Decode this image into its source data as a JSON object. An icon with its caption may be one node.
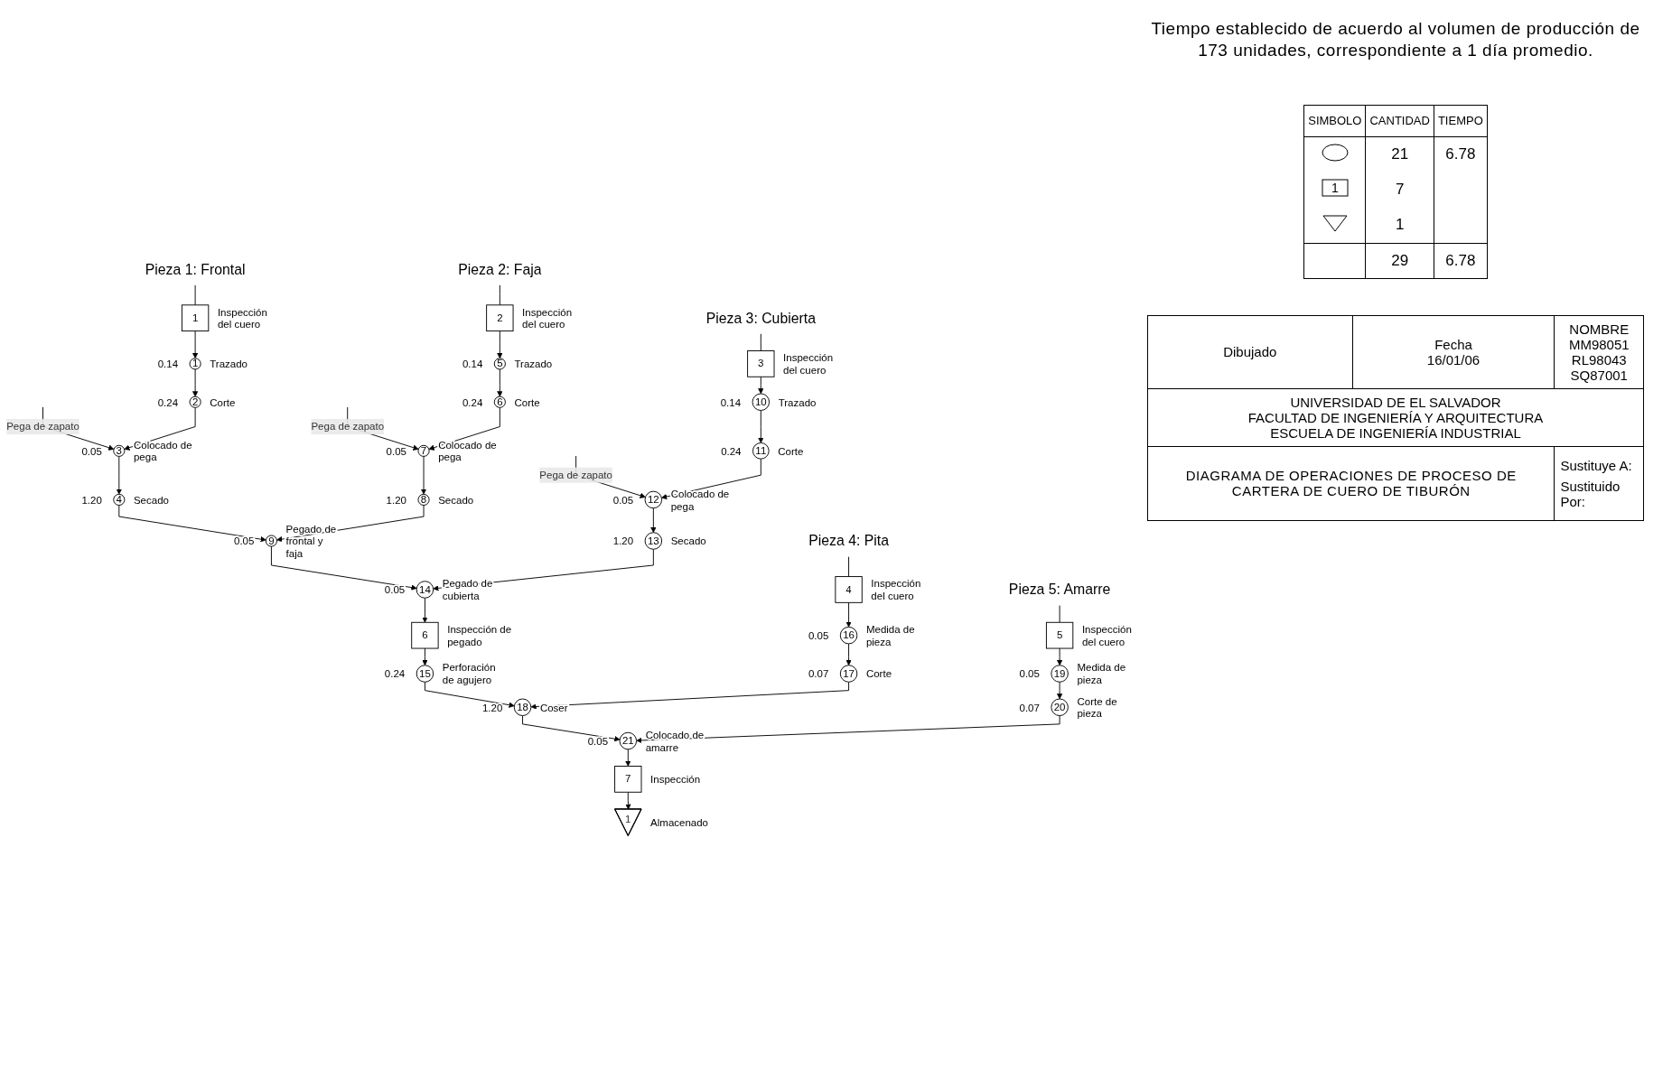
{
  "diagram": {
    "title": "DIAGRAMA DE OPERACIONES DE PROCESO DE CARTERA DE CUERO DE TIBURÓN",
    "nodes": [
      {
        "text": [
          "Pieza 5: Amarre"
        ]
      },
      {
        "text": [
          "Pieza 4: Pita"
        ]
      },
      {
        "text": [
          "Pieza 3: Cubierta"
        ]
      },
      {
        "text": [
          "Pieza 2: Faja"
        ]
      },
      {
        "text": [
          "Pieza 1: Frontal"
        ]
      },
      {
        "text": [
          "5"
        ],
        "beside": [
          "Inspección del cuero"
        ]
      },
      {
        "text": [
          "19"
        ],
        "beside": [
          "0.05",
          "Medida de pieza"
        ]
      },
      {
        "text": [
          "20"
        ],
        "beside": [
          "0.07",
          "Corte de pieza"
        ]
      },
      {
        "text": [
          "4"
        ],
        "beside": [
          "Inspección del cuero"
        ]
      },
      {
        "text": [
          "16"
        ],
        "beside": [
          "0.05",
          "Medida de pieza"
        ]
      },
      {
        "text": [
          "17"
        ],
        "beside": [
          "0.07",
          "Corte"
        ]
      },
      {
        "text": [
          "3"
        ],
        "beside": [
          "Inspección del cuero"
        ]
      },
      {
        "text": [
          "10"
        ],
        "beside": [
          "0.14",
          "Trazado"
        ]
      },
      {
        "text": [
          "11"
        ],
        "beside": [
          "0.24",
          "Corte"
        ]
      },
      {
        "text": [
          "12"
        ],
        "beside": [
          "0.05",
          "Colocado de pega"
        ]
      },
      {
        "text": [
          "13"
        ],
        "beside": [
          "1.20",
          "Secado"
        ]
      },
      {
        "text": [
          "2"
        ],
        "beside": [
          "Inspección del cuero"
        ]
      },
      {
        "text": [
          "5"
        ],
        "beside": [
          "0.14",
          "Trazado"
        ]
      },
      {
        "text": [
          "6"
        ],
        "beside": [
          "0.24",
          "Corte"
        ]
      },
      {
        "text": [
          "7"
        ],
        "beside": [
          "0.05",
          "Colocado de pega"
        ]
      },
      {
        "text": [
          "8"
        ],
        "beside": [
          "1.20",
          "Secado"
        ]
      },
      {
        "text": [
          "1"
        ],
        "beside": [
          "Inspección del cuero"
        ]
      },
      {
        "text": [
          "1"
        ],
        "beside": [
          "0.14",
          "Trazado"
        ]
      },
      {
        "text": [
          "2"
        ],
        "beside": [
          "0.24",
          "Corte"
        ]
      },
      {
        "text": [
          "3"
        ],
        "beside": [
          "0.05",
          "Colocado de pega"
        ]
      },
      {
        "text": [
          "4"
        ],
        "beside": [
          "1.20",
          "Secado"
        ]
      },
      {
        "text": [
          "9"
        ],
        "beside": [
          "0.05",
          "Pegado de frontal y faja"
        ]
      },
      {
        "text": [
          "14"
        ],
        "beside": [
          "0.05",
          "Pegado de cubierta"
        ]
      },
      {
        "text": [
          "6"
        ],
        "beside": [
          "Inspección de pegado"
        ]
      },
      {
        "text": [
          "15"
        ],
        "beside": [
          "0.24",
          "Perforación de agujero"
        ]
      },
      {
        "text": [
          "18"
        ],
        "beside": [
          "1.20",
          "Coser"
        ]
      },
      {
        "text": [
          "21"
        ],
        "beside": [
          "0.05",
          "Colocado de amarre"
        ]
      },
      {
        "text": [
          "7"
        ],
        "beside": [
          "Inspección"
        ]
      },
      {
        "text": [
          "1"
        ],
        "beside": [
          "Almacenado"
        ]
      }
    ],
    "edges": [
      {
        "from": 0,
        "to": 5,
        "arrow": "none"
      },
      {
        "from": 5,
        "to": 6,
        "arrow": "to"
      },
      {
        "from": 6,
        "to": 7,
        "arrow": "to"
      },
      {
        "from": 1,
        "to": 8,
        "arrow": "none"
      },
      {
        "from": 8,
        "to": 9,
        "arrow": "to"
      },
      {
        "from": 9,
        "to": 10,
        "arrow": "to"
      },
      {
        "from": 2,
        "to": 11,
        "arrow": "none"
      },
      {
        "from": 11,
        "to": 12,
        "arrow": "to"
      },
      {
        "from": 12,
        "to": 13,
        "arrow": "to"
      },
      {
        "from": null,
        "to": 14,
        "arrow": "to",
        "label": "Pega de zapato"
      },
      {
        "from": 13,
        "to": 14,
        "arrow": "to"
      },
      {
        "from": 14,
        "to": 15,
        "arrow": "to"
      },
      {
        "from": 3,
        "to": 16,
        "arrow": "none"
      },
      {
        "from": 16,
        "to": 17,
        "arrow": "to"
      },
      {
        "from": 17,
        "to": 18,
        "arrow": "to"
      },
      {
        "from": null,
        "to": 19,
        "arrow": "to",
        "label": "Pega de zapato"
      },
      {
        "from": 18,
        "to": 19,
        "arrow": "to"
      },
      {
        "from": 19,
        "to": 20,
        "arrow": "to"
      },
      {
        "from": 4,
        "to": 21,
        "arrow": "none"
      },
      {
        "from": 21,
        "to": 22,
        "arrow": "to"
      },
      {
        "from": 22,
        "to": 23,
        "arrow": "to"
      },
      {
        "from": null,
        "to": 24,
        "arrow": "to",
        "label": "Pega de zapato"
      },
      {
        "from": 23,
        "to": 24,
        "arrow": "to"
      },
      {
        "from": 24,
        "to": 25,
        "arrow": "to"
      },
      {
        "from": 25,
        "to": 26,
        "arrow": "to"
      },
      {
        "from": 20,
        "to": 26,
        "arrow": "to"
      },
      {
        "from": 26,
        "to": 27,
        "arrow": "to"
      },
      {
        "from": 15,
        "to": 27,
        "arrow": "to"
      },
      {
        "from": 27,
        "to": 28,
        "arrow": "to"
      },
      {
        "from": 28,
        "to": 29,
        "arrow": "to"
      },
      {
        "from": 29,
        "to": 30,
        "arrow": "to"
      },
      {
        "from": 10,
        "to": 30,
        "arrow": "to"
      },
      {
        "from": 30,
        "to": 31,
        "arrow": "to"
      },
      {
        "from": 7,
        "to": 31,
        "arrow": "to"
      },
      {
        "from": 31,
        "to": 32,
        "arrow": "to"
      },
      {
        "from": 32,
        "to": 33,
        "arrow": "to"
      }
    ],
    "labels": [
      "Tiempo establecido de acuerdo al volumen de producción de 173 unidades, correspondiente a 1 día promedio.",
      "SIMBOLO",
      "CANTIDAD",
      "TIEMPO",
      "21",
      "6.78",
      "1",
      "7",
      "1",
      "29",
      "6.78",
      "Dibujado",
      "Fecha",
      "16/01/06",
      "NOMBRE",
      "MM98051",
      "RL98043",
      "SQ87001",
      "UNIVERSIDAD DE EL SALVADOR",
      "FACULTAD DE INGENIERÍA Y ARQUITECTURA",
      "ESCUELA DE INGENIERÍA INDUSTRIAL",
      "Sustituye A:",
      "Sustituido Por:"
    ]
  }
}
